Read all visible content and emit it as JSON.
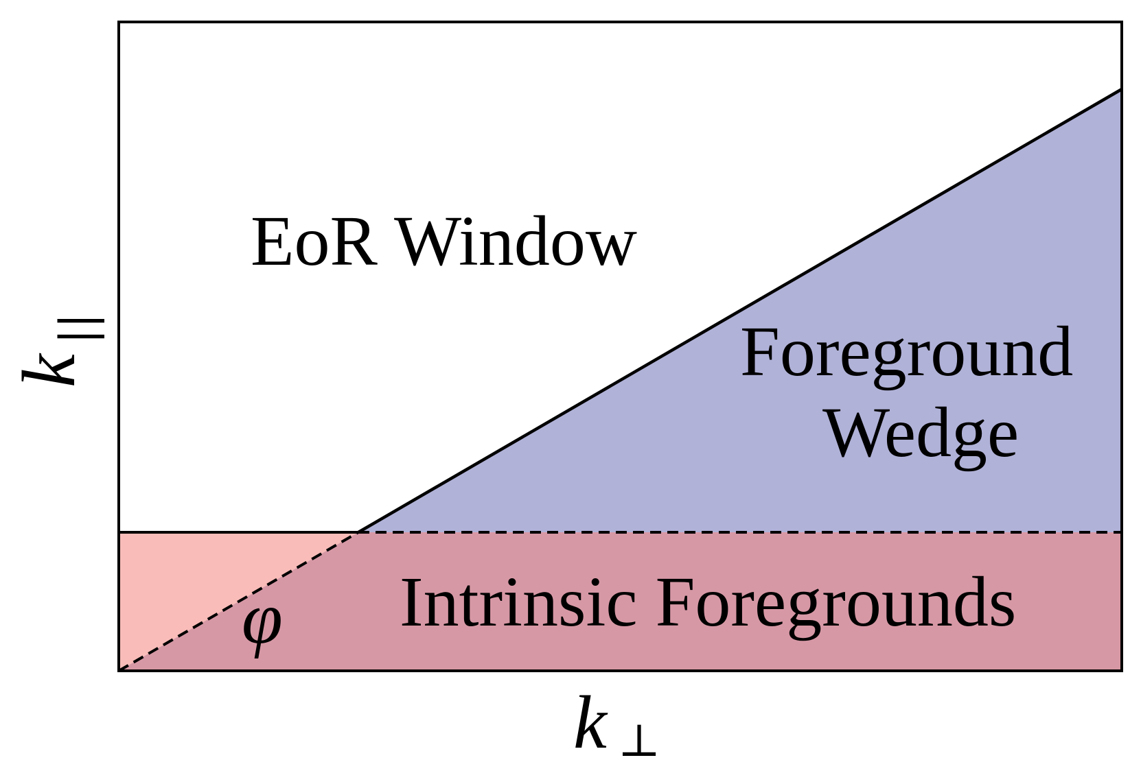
{
  "diagram": {
    "x_axis_label": "k",
    "x_axis_subscript": "⊥",
    "y_axis_label": "k",
    "y_axis_subscript": "||",
    "regions": {
      "eor_window": "EoR Window",
      "wedge_line1": "Foreground",
      "wedge_line2": "Wedge",
      "intrinsic": "Intrinsic Foregrounds"
    },
    "angle_symbol": "φ",
    "colors": {
      "wedge": "#b1b2d8",
      "intrinsic_left": "#f9bcb8",
      "intrinsic_overlap": "#d798a5",
      "frame": "#000000"
    }
  }
}
